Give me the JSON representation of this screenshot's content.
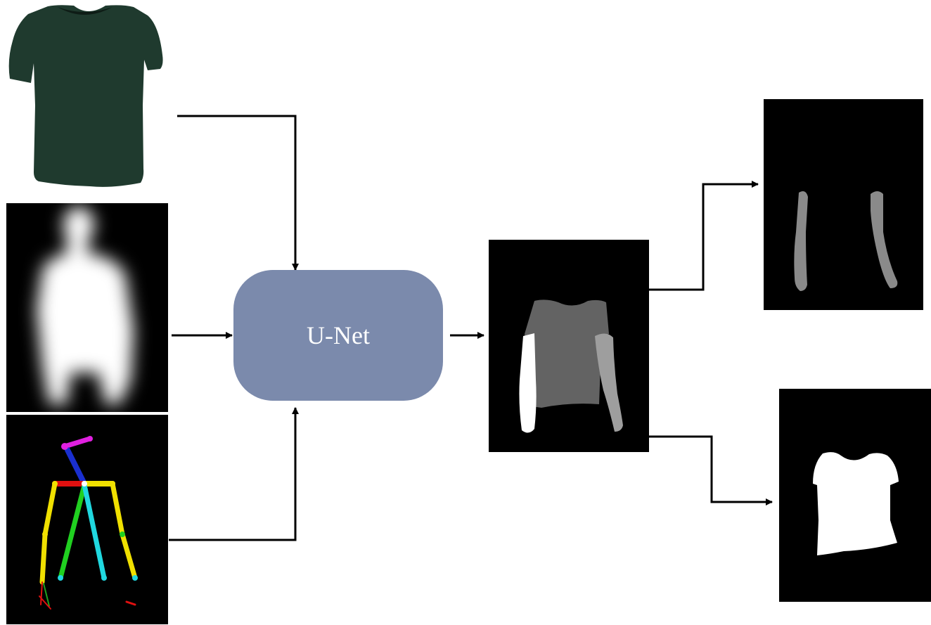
{
  "diagram": {
    "network_label": "U-Net",
    "colors": {
      "network_fill": "#7b8aac",
      "arrow": "#000000",
      "garment": "#1f3a2e",
      "mask_background": "#000000",
      "torso_segment": "#636363",
      "left_arm_segment": "#ffffff",
      "right_arm_segment": "#9e9e9e",
      "arm_mask": "#8a8a8a",
      "garment_mask": "#ffffff"
    },
    "inputs": [
      {
        "name": "garment-image",
        "icon": "t-shirt"
      },
      {
        "name": "body-shape-map",
        "icon": "blurred-silhouette"
      },
      {
        "name": "pose-keypoints",
        "icon": "skeleton"
      }
    ],
    "outputs": [
      {
        "name": "segmentation-map"
      },
      {
        "name": "arm-mask"
      },
      {
        "name": "garment-mask"
      }
    ]
  }
}
